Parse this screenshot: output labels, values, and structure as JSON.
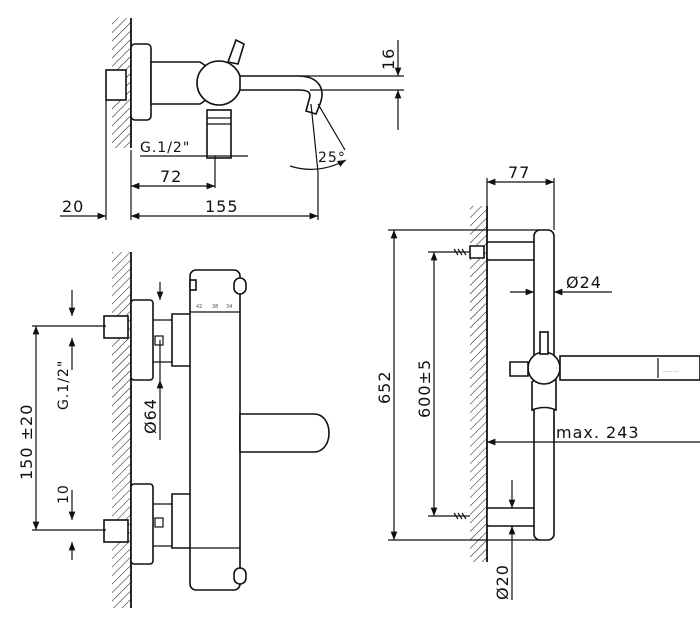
{
  "views": {
    "side_view": {
      "labels": {
        "thread": "G.1/2\"",
        "dim_72": "72",
        "dim_20": "20",
        "dim_155": "155",
        "dim_16": "16",
        "angle": "25°"
      }
    },
    "front_view": {
      "labels": {
        "dim_150": "150 ±20",
        "thread": "G.1/2\"",
        "dim_10": "10",
        "dia_64": "Ø64"
      },
      "scale_ticks": [
        "42",
        "38",
        "34"
      ]
    },
    "rail_view": {
      "labels": {
        "dim_77": "77",
        "dia_24": "Ø24",
        "dim_652": "652",
        "dim_600": "600±5",
        "max": "max. 243",
        "dia_20": "Ø20"
      }
    }
  },
  "colors": {
    "line": "#111111",
    "background": "#ffffff"
  }
}
